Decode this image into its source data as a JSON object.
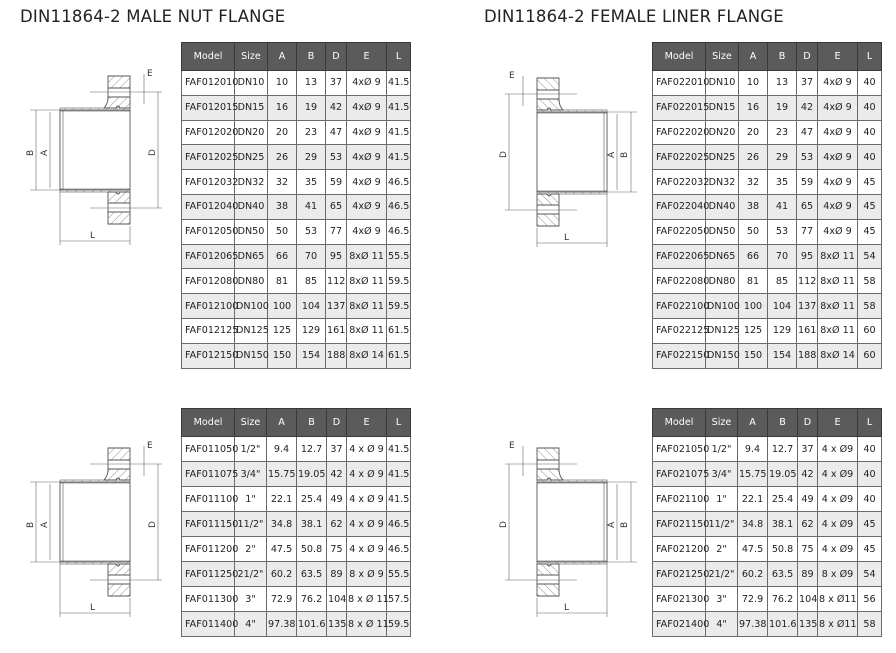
{
  "left_title": "DIN11864-2 MALE NUT FLANGE",
  "right_title": "DIN11864-2 FEMALE LINER FLANGE",
  "columns": [
    "Model",
    "Size",
    "A",
    "B",
    "D",
    "E",
    "L"
  ],
  "drawing_labels": {
    "A": "A",
    "B": "B",
    "D": "D",
    "E": "E",
    "L": "L"
  },
  "tables": {
    "male_dn": [
      [
        "FAF012010",
        "DN10",
        "10",
        "13",
        "37",
        "4xØ 9",
        "41.5"
      ],
      [
        "FAF012015",
        "DN15",
        "16",
        "19",
        "42",
        "4xØ 9",
        "41.5"
      ],
      [
        "FAF012020",
        "DN20",
        "20",
        "23",
        "47",
        "4xØ 9",
        "41.5"
      ],
      [
        "FAF012025",
        "DN25",
        "26",
        "29",
        "53",
        "4xØ 9",
        "41.5"
      ],
      [
        "FAF012032",
        "DN32",
        "32",
        "35",
        "59",
        "4xØ 9",
        "46.5"
      ],
      [
        "FAF012040",
        "DN40",
        "38",
        "41",
        "65",
        "4xØ 9",
        "46.5"
      ],
      [
        "FAF012050",
        "DN50",
        "50",
        "53",
        "77",
        "4xØ 9",
        "46.5"
      ],
      [
        "FAF012065",
        "DN65",
        "66",
        "70",
        "95",
        "8xØ 11",
        "55.5"
      ],
      [
        "FAF012080",
        "DN80",
        "81",
        "85",
        "112",
        "8xØ 11",
        "59.5"
      ],
      [
        "FAF012100",
        "DN100",
        "100",
        "104",
        "137",
        "8xØ 11",
        "59.5"
      ],
      [
        "FAF012125",
        "DN125",
        "125",
        "129",
        "161",
        "8xØ 11",
        "61.5"
      ],
      [
        "FAF012150",
        "DN150",
        "150",
        "154",
        "188",
        "8xØ 14",
        "61.5"
      ]
    ],
    "female_dn": [
      [
        "FAF022010",
        "DN10",
        "10",
        "13",
        "37",
        "4xØ 9",
        "40"
      ],
      [
        "FAF022015",
        "DN15",
        "16",
        "19",
        "42",
        "4xØ 9",
        "40"
      ],
      [
        "FAF022020",
        "DN20",
        "20",
        "23",
        "47",
        "4xØ 9",
        "40"
      ],
      [
        "FAF022025",
        "DN25",
        "26",
        "29",
        "53",
        "4xØ 9",
        "40"
      ],
      [
        "FAF022032",
        "DN32",
        "32",
        "35",
        "59",
        "4xØ 9",
        "45"
      ],
      [
        "FAF022040",
        "DN40",
        "38",
        "41",
        "65",
        "4xØ 9",
        "45"
      ],
      [
        "FAF022050",
        "DN50",
        "50",
        "53",
        "77",
        "4xØ 9",
        "45"
      ],
      [
        "FAF022065",
        "DN65",
        "66",
        "70",
        "95",
        "8xØ 11",
        "54"
      ],
      [
        "FAF022080",
        "DN80",
        "81",
        "85",
        "112",
        "8xØ 11",
        "58"
      ],
      [
        "FAF022100",
        "DN100",
        "100",
        "104",
        "137",
        "8xØ 11",
        "58"
      ],
      [
        "FAF022125",
        "DN125",
        "125",
        "129",
        "161",
        "8xØ 11",
        "60"
      ],
      [
        "FAF022150",
        "DN150",
        "150",
        "154",
        "188",
        "8xØ 14",
        "60"
      ]
    ],
    "male_inch": [
      [
        "FAF011050",
        "1/2\"",
        "9.4",
        "12.7",
        "37",
        "4 x Ø 9",
        "41.5"
      ],
      [
        "FAF011075",
        "3/4\"",
        "15.75",
        "19.05",
        "42",
        "4 x Ø 9",
        "41.5"
      ],
      [
        "FAF011100",
        "1\"",
        "22.1",
        "25.4",
        "49",
        "4 x Ø 9",
        "41.5"
      ],
      [
        "FAF011150",
        "11/2\"",
        "34.8",
        "38.1",
        "62",
        "4 x Ø 9",
        "46.5"
      ],
      [
        "FAF011200",
        "2\"",
        "47.5",
        "50.8",
        "75",
        "4 x Ø 9",
        "46.5"
      ],
      [
        "FAF011250",
        "21/2\"",
        "60.2",
        "63.5",
        "89",
        "8 x Ø 9",
        "55.5"
      ],
      [
        "FAF011300",
        "3\"",
        "72.9",
        "76.2",
        "104",
        "8 x Ø 11",
        "57.5"
      ],
      [
        "FAF011400",
        "4\"",
        "97.38",
        "101.6",
        "135",
        "8 x Ø 11",
        "59.5"
      ]
    ],
    "female_inch": [
      [
        "FAF021050",
        "1/2\"",
        "9.4",
        "12.7",
        "37",
        "4 x Ø9",
        "40"
      ],
      [
        "FAF021075",
        "3/4\"",
        "15.75",
        "19.05",
        "42",
        "4 x Ø9",
        "40"
      ],
      [
        "FAF021100",
        "1\"",
        "22.1",
        "25.4",
        "49",
        "4 x Ø9",
        "40"
      ],
      [
        "FAF021150",
        "11/2\"",
        "34.8",
        "38.1",
        "62",
        "4 x Ø9",
        "45"
      ],
      [
        "FAF021200",
        "2\"",
        "47.5",
        "50.8",
        "75",
        "4 x Ø9",
        "45"
      ],
      [
        "FAF021250",
        "21/2\"",
        "60.2",
        "63.5",
        "89",
        "8 x Ø9",
        "54"
      ],
      [
        "FAF021300",
        "3\"",
        "72.9",
        "76.2",
        "104",
        "8 x Ø11",
        "56"
      ],
      [
        "FAF021400",
        "4\"",
        "97.38",
        "101.6",
        "135",
        "8 x Ø11",
        "58"
      ]
    ]
  }
}
